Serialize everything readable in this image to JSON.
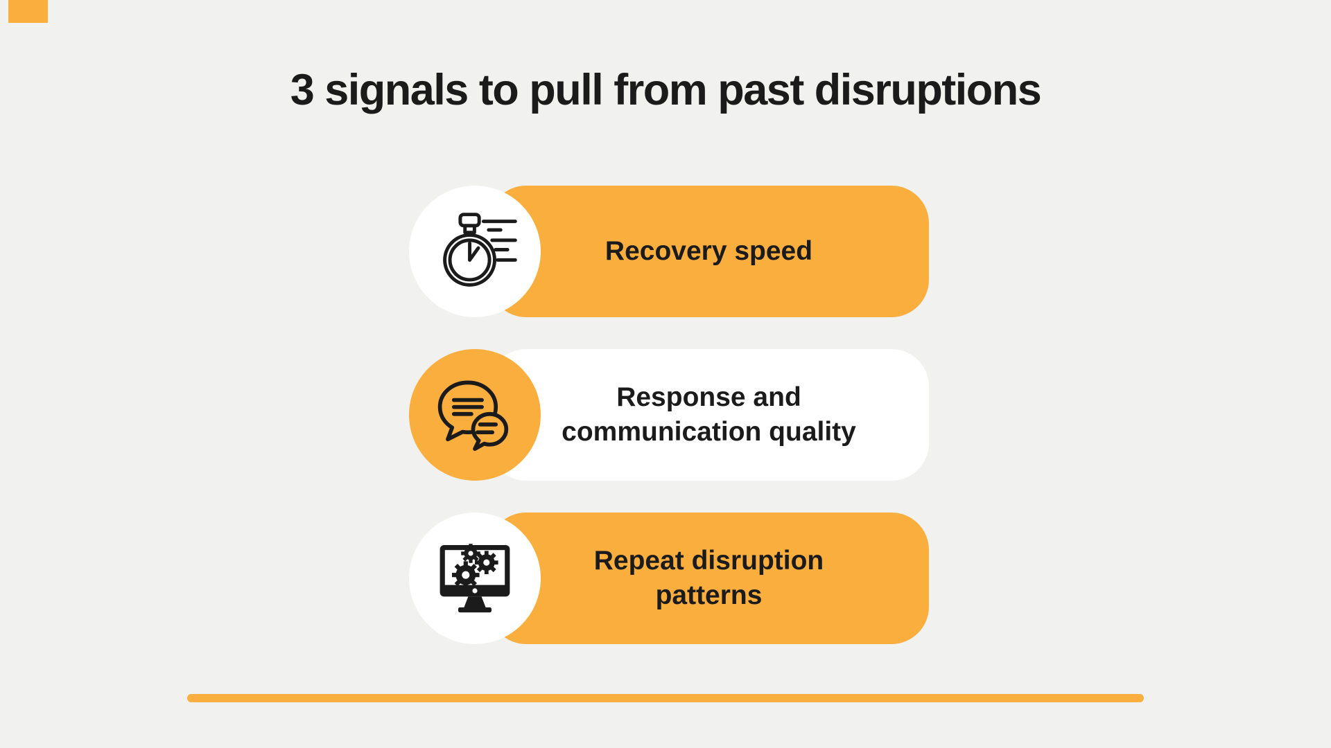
{
  "theme": {
    "accent": "#F9AE3E",
    "background": "#F1F1F0",
    "ink": "#1B1B1B",
    "card_white": "#FFFFFF"
  },
  "title": "3 signals to pull from past disruptions",
  "cards": [
    {
      "label": "Recovery speed",
      "icon": "stopwatch-icon",
      "style": "orange-pill-white-circle"
    },
    {
      "label": "Response and communication quality",
      "icon": "chat-bubbles-icon",
      "style": "white-pill-orange-circle"
    },
    {
      "label": "Repeat disruption patterns",
      "icon": "monitor-gears-icon",
      "style": "orange-pill-white-circle"
    }
  ]
}
